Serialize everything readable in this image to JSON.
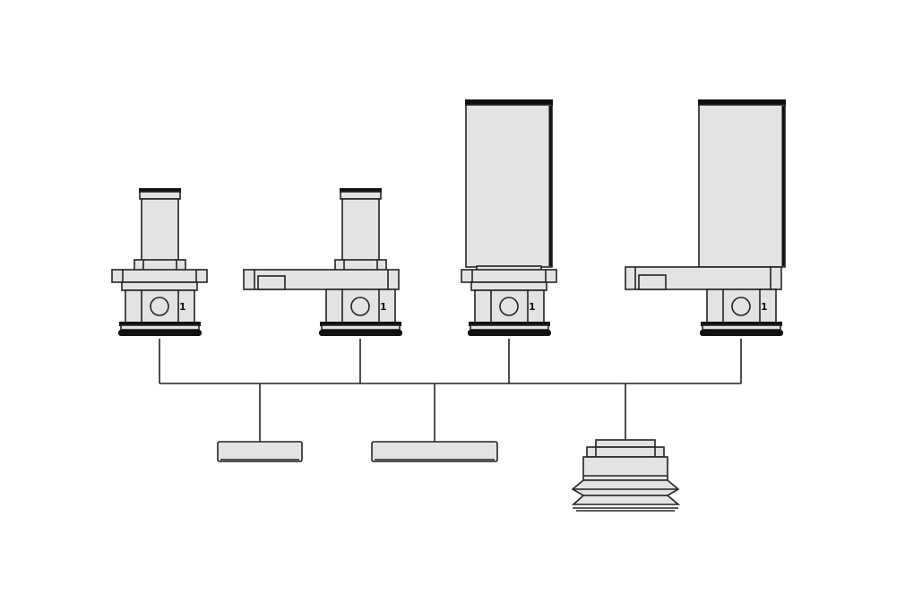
{
  "diagram": {
    "colors": {
      "line": "#222222",
      "body": "#e3e3e3",
      "ring": "#111111",
      "background": "#ffffff"
    },
    "units": [
      {
        "id": "unit-1",
        "type": "short-cylinder",
        "has_arm": false,
        "port_mark": "1"
      },
      {
        "id": "unit-2",
        "type": "short-cylinder",
        "has_arm": true,
        "port_mark": "1"
      },
      {
        "id": "unit-3",
        "type": "tall-cylinder",
        "has_arm": false,
        "port_mark": "1"
      },
      {
        "id": "unit-4",
        "type": "tall-cylinder",
        "has_arm": true,
        "port_mark": "1"
      }
    ],
    "accessories": [
      {
        "id": "accessory-1",
        "type": "short-plate"
      },
      {
        "id": "accessory-2",
        "type": "long-plate"
      },
      {
        "id": "accessory-3",
        "type": "bellows-suction-cup"
      }
    ]
  }
}
